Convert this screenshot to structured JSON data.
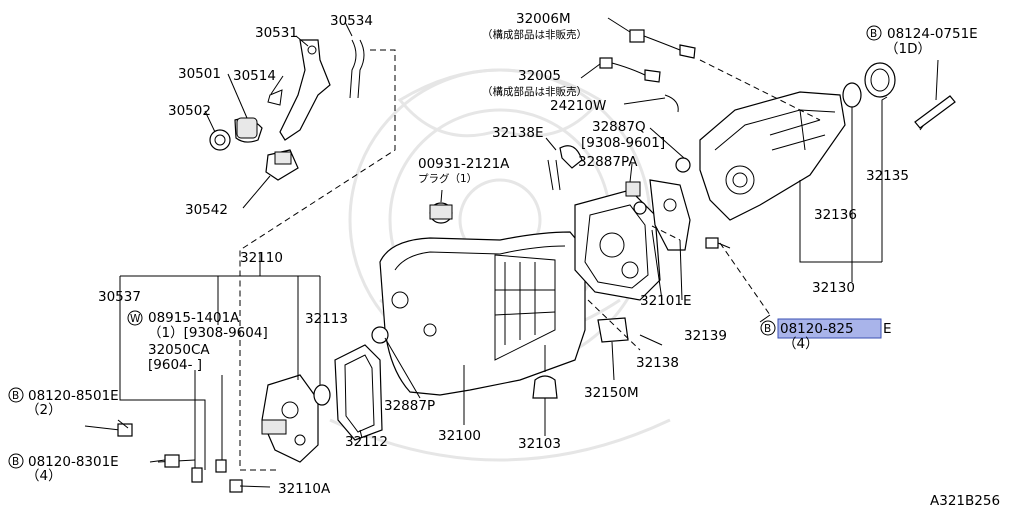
{
  "labels": {
    "p32006M": "32006M",
    "p32006M_note": "（構成部品は非販売）",
    "p32005": "32005",
    "p32005_note": "（構成部品は非販売）",
    "p24210W": "24210W",
    "b08124": "08124-0751E",
    "b08124_qty": "（1D）",
    "p30531": "30531",
    "p30534": "30534",
    "p30501": "30501",
    "p30514": "30514",
    "p30502": "30502",
    "p30542": "30542",
    "p32138E": "32138E",
    "p32887Q": "32887Q",
    "p32887Q_range": "[9308-9601]",
    "p32887PA": "32887PA",
    "p00931": "00931-2121A",
    "p00931_note": "プラグ（1）",
    "p32135": "32135",
    "p32136": "32136",
    "p32130": "32130",
    "p32110": "32110",
    "p30537": "30537",
    "w08915": "08915-1401A",
    "w08915_qty": "（1）[9308-9604]",
    "p32113": "32113",
    "p32050CA": "32050CA",
    "p32050CA_range": "[9604-      ]",
    "p32101E": "32101E",
    "p32139": "32139",
    "b08120_825": "08120-825",
    "b08120_825_suffix": "E",
    "b08120_825_qty": "（4）",
    "b08120_850": "08120-8501E",
    "b08120_850_qty": "（2）",
    "b08120_830": "08120-8301E",
    "b08120_830_qty": "（4）",
    "p32138": "32138",
    "p32150M": "32150M",
    "p32887P": "32887P",
    "p32112": "32112",
    "p32100": "32100",
    "p32103": "32103",
    "p32110A": "32110A",
    "diagram_code": "A321B256",
    "b_marker": "B",
    "w_marker": "W"
  },
  "colors": {
    "highlight_fill": "#a9b4ea",
    "highlight_stroke": "#3a4fb3",
    "line": "#000000",
    "watermark": "#e6e6e6"
  }
}
